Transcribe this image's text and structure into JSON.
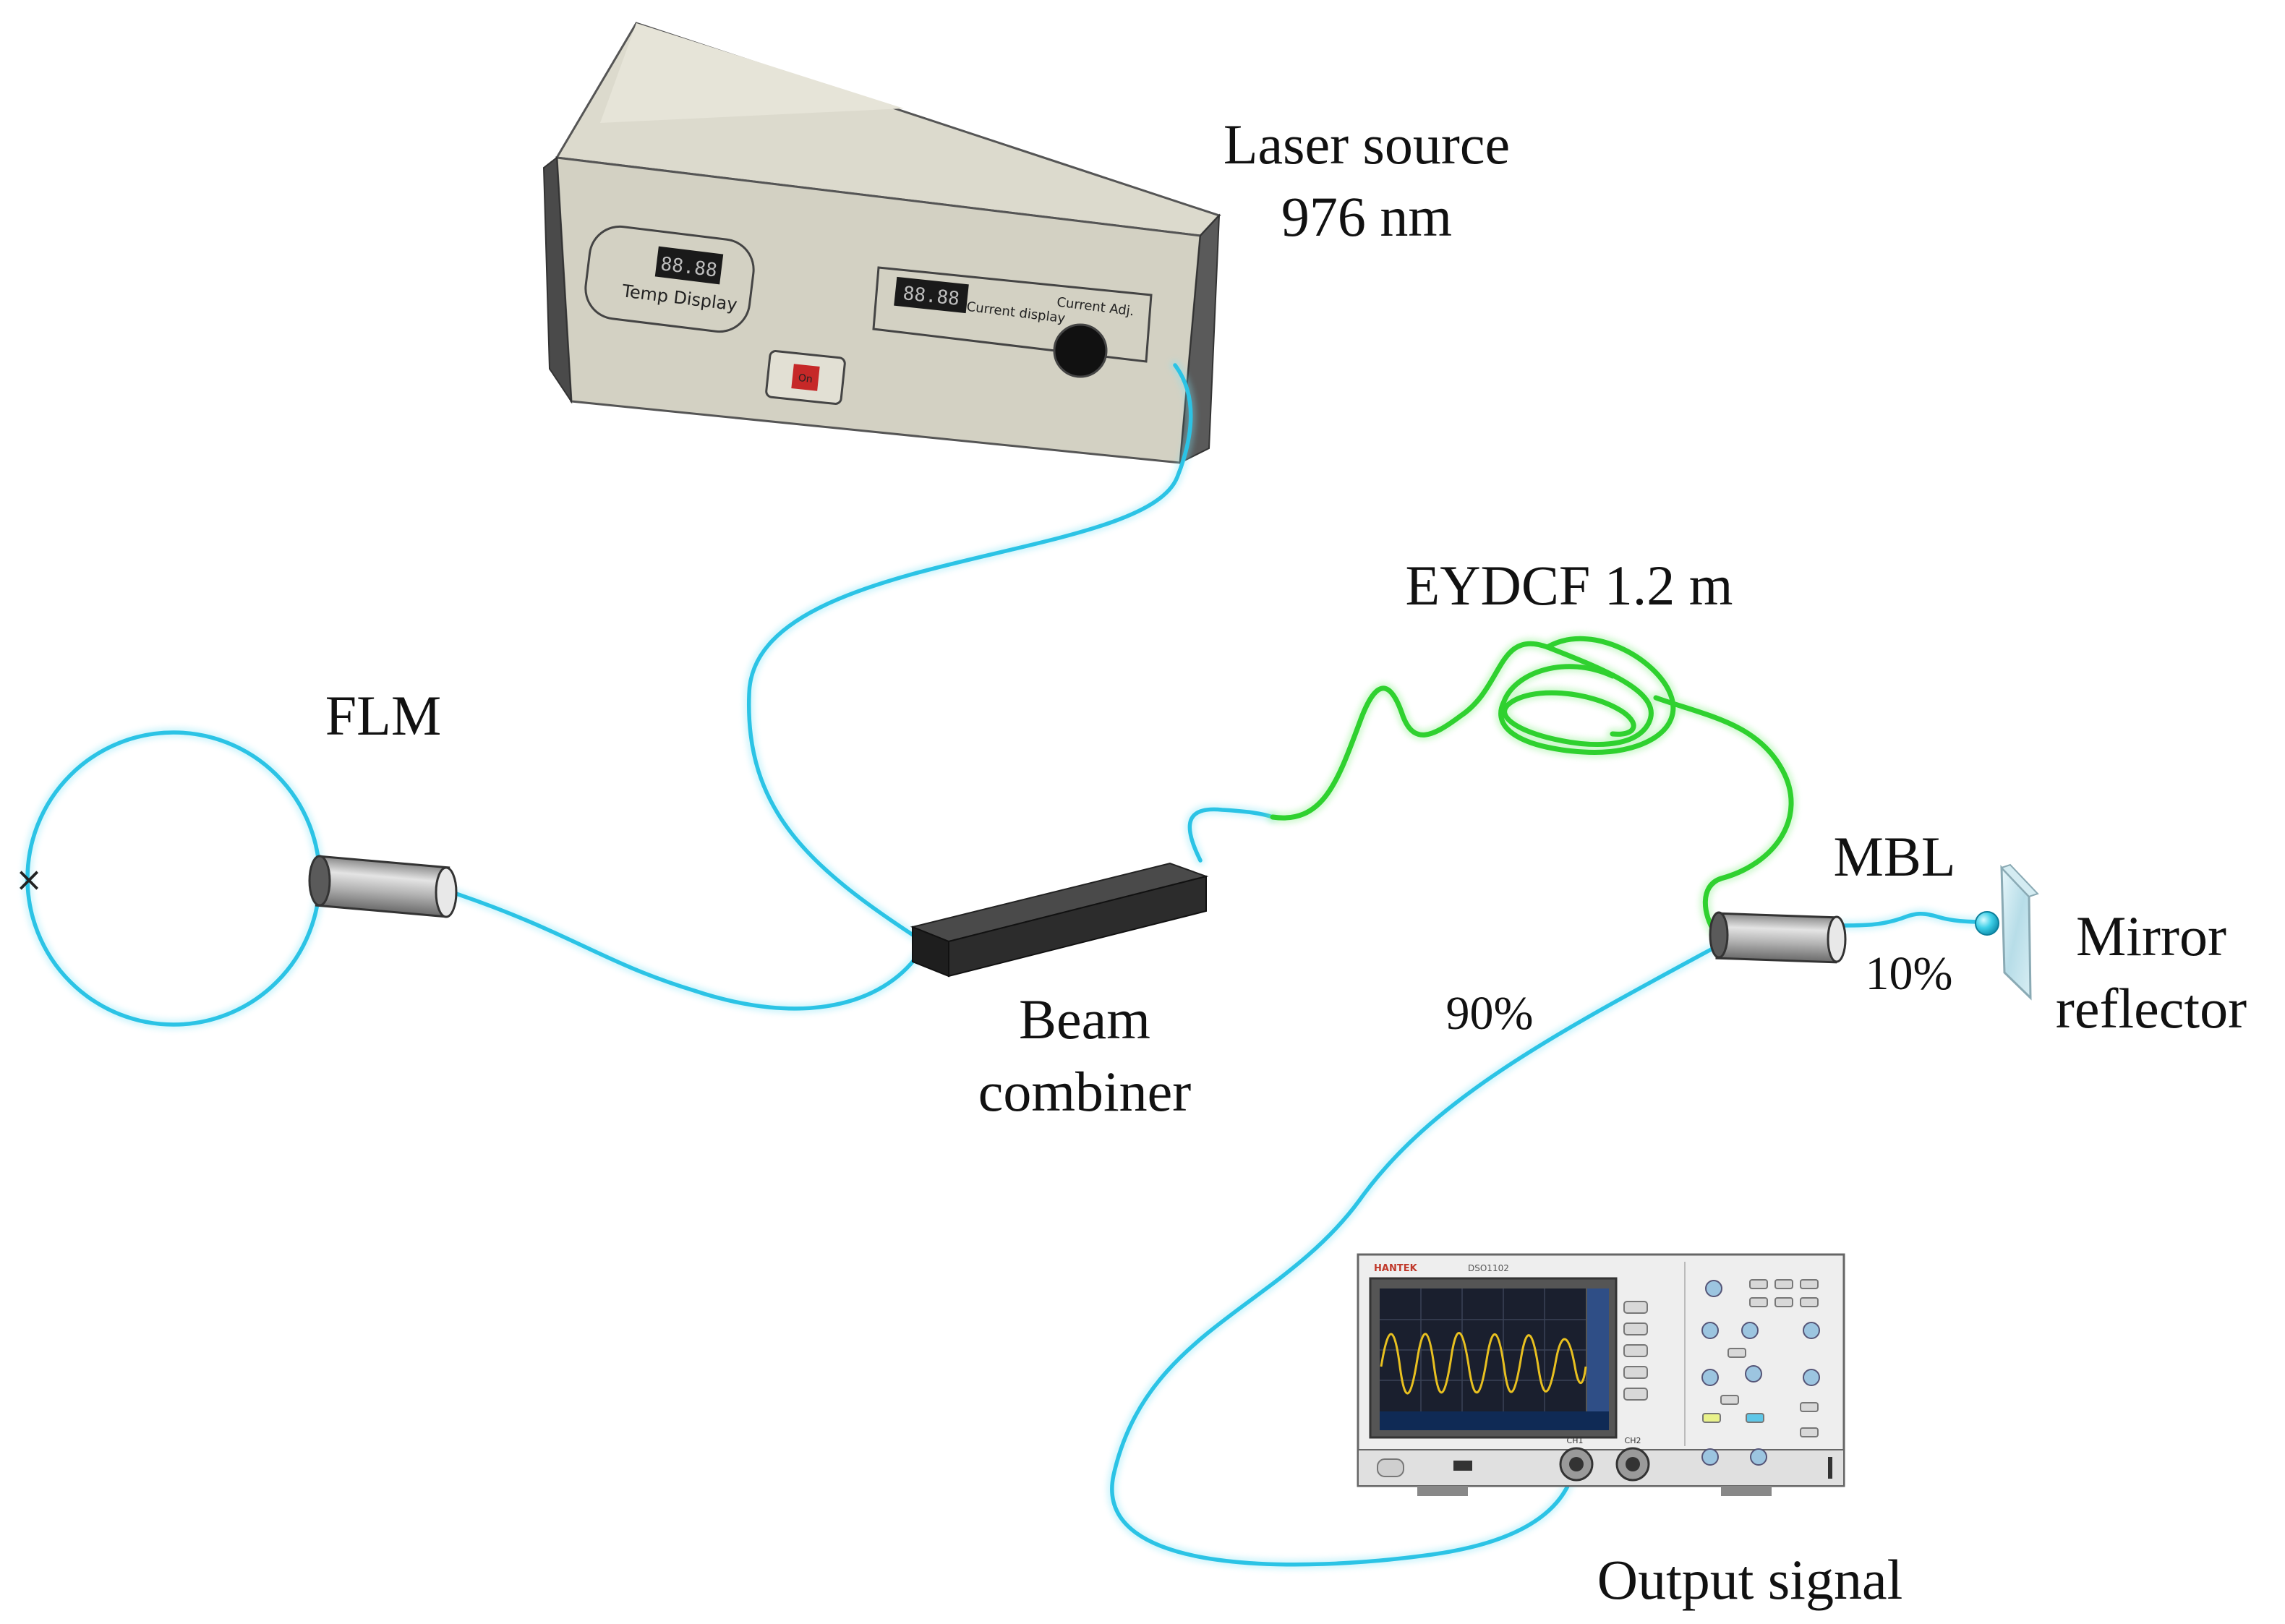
{
  "labels": {
    "laser_source": [
      "Laser source",
      "976 nm"
    ],
    "flm": "FLM",
    "eydcf": "EYDCF 1.2 m",
    "mbl": "MBL",
    "beam_combiner": [
      "Beam",
      "combiner"
    ],
    "mirror_reflector": [
      "Mirror",
      "reflector"
    ],
    "split_90": "90%",
    "split_10": "10%",
    "output_signal": "Output signal"
  },
  "laser_panel": {
    "temp_readout": "88.88",
    "temp_label": "Temp Display",
    "current_readout": "88.88",
    "current_label": "Current display",
    "adjust_label": "Current Adj.",
    "power_label": "On"
  },
  "oscilloscope": {
    "brand": "HANTEK",
    "model": "DSO1102",
    "ch1": "CH1",
    "ch2": "CH2"
  },
  "colors": {
    "fiber": "#29c4e6",
    "doped_fiber": "#2fd12f",
    "mirror": "#bfe3ec",
    "laser_body": "#d4d2c4",
    "combiner": "#2c2c2c",
    "scope_trace": "#e8c020"
  }
}
